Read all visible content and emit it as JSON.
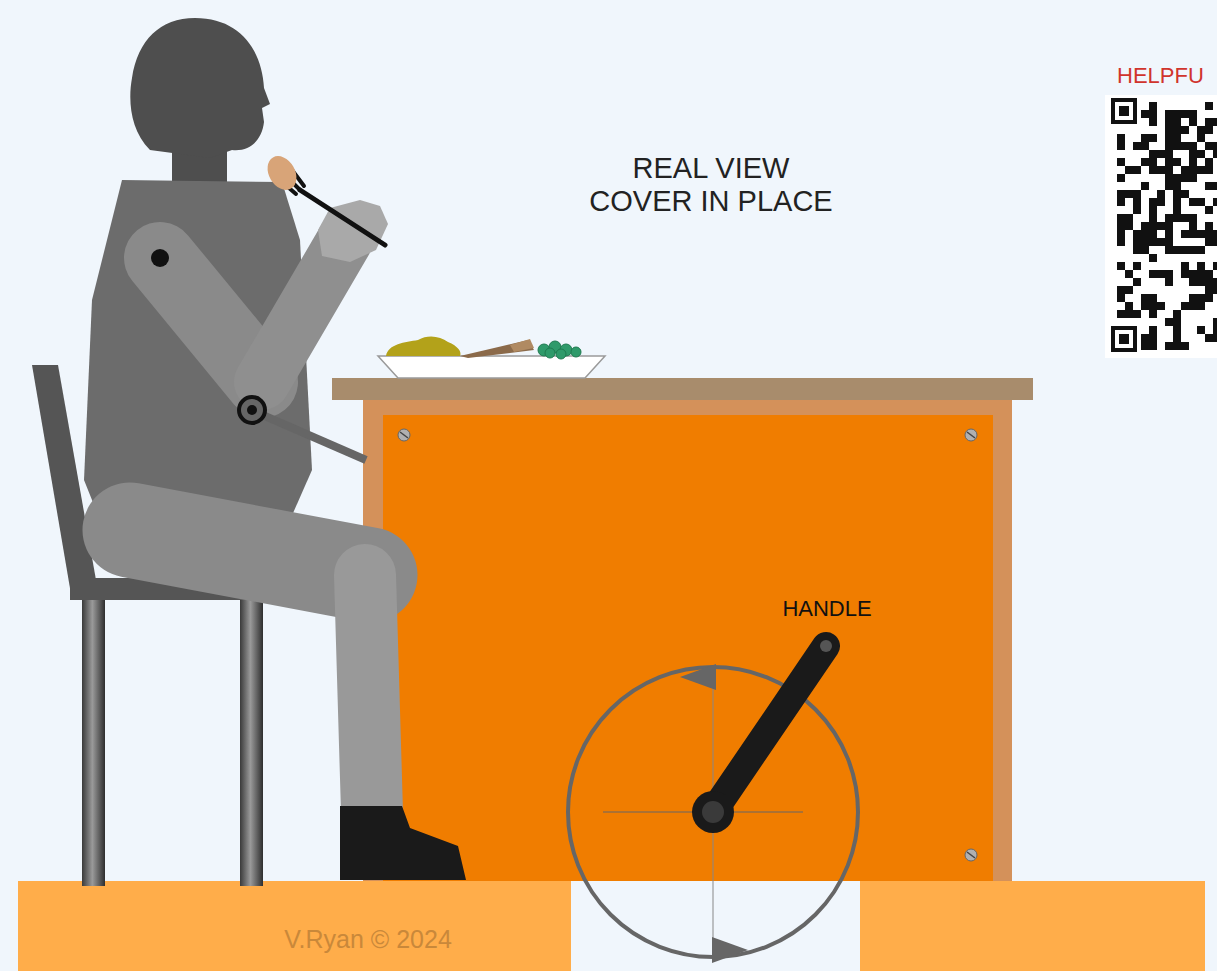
{
  "diagram": {
    "labels": [
      "REAL VIEW COVER IN PLACE",
      "HANDLE",
      "HELPFU",
      "V.Ryan © 2024"
    ]
  }
}
